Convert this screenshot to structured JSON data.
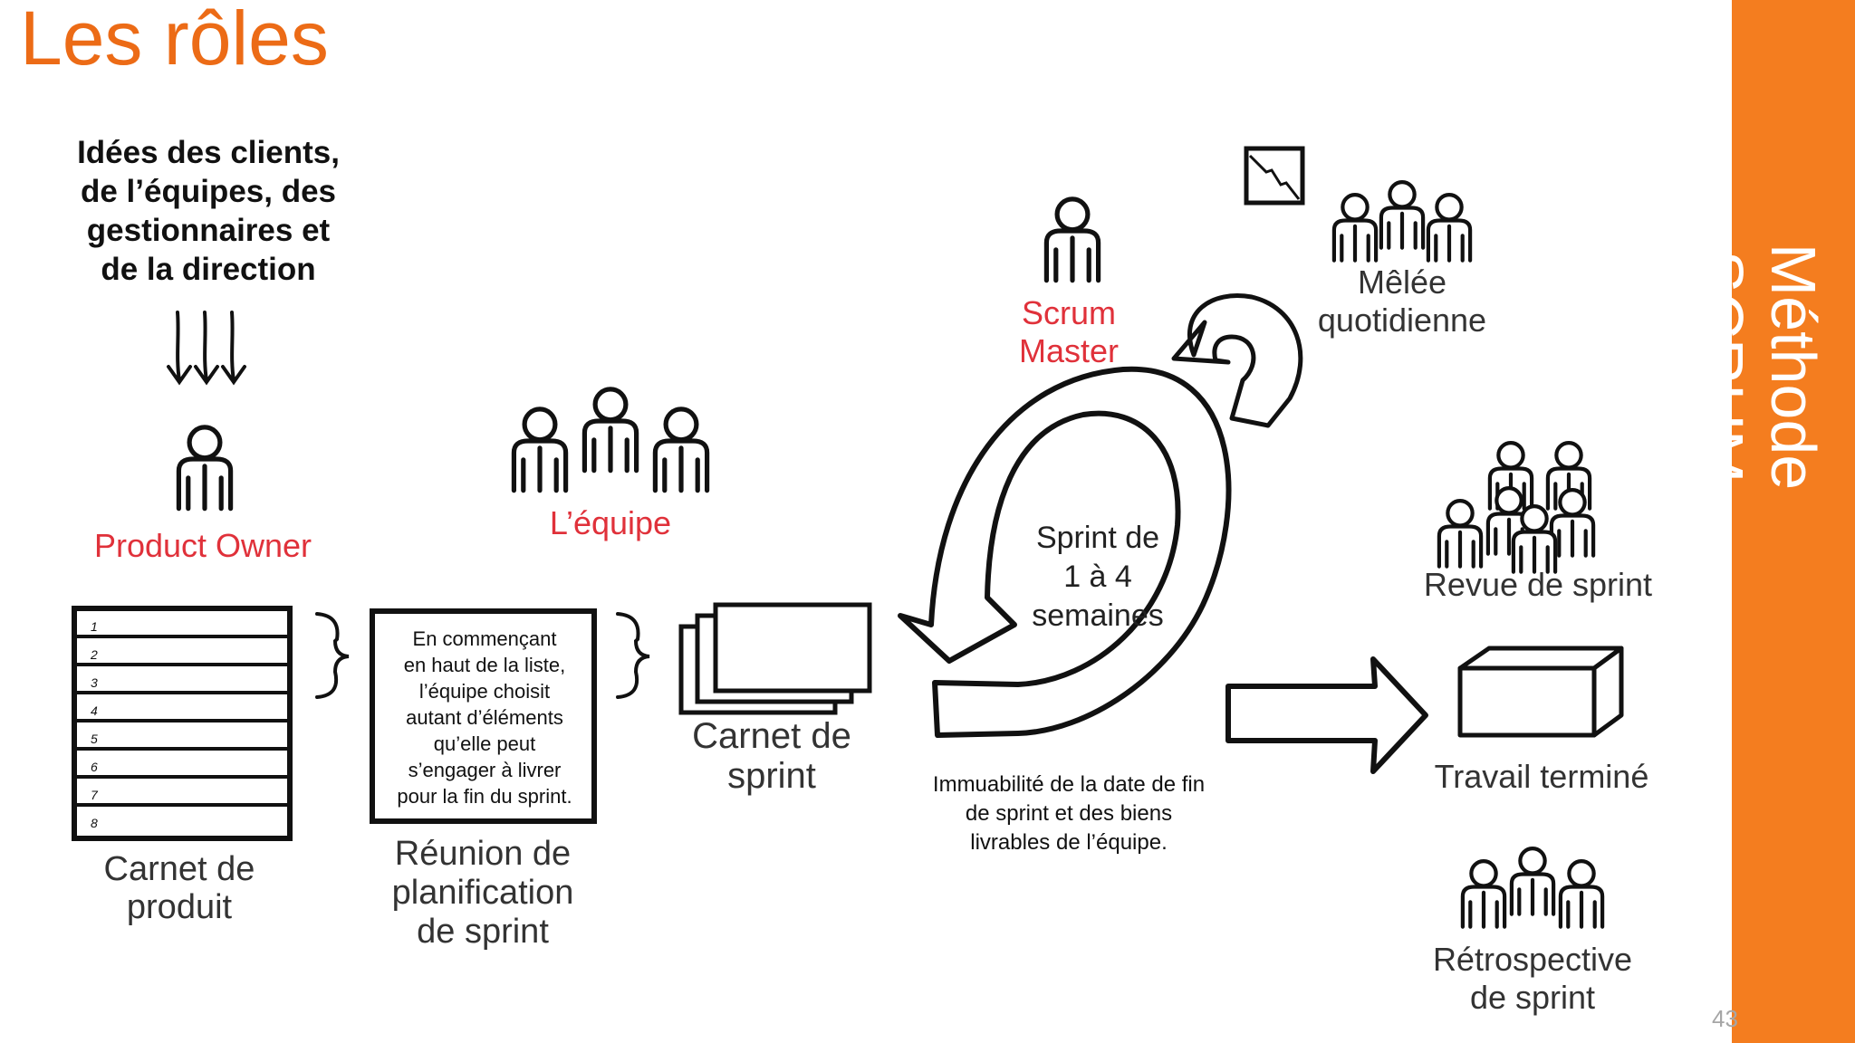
{
  "title": "Les rôles",
  "side_label": "Méthode SCRUM",
  "page_number": "43",
  "colors": {
    "accent": "#f47d1f",
    "title": "#ec6b16",
    "role_label": "#e0313a",
    "ink": "#111111",
    "text": "#333333"
  },
  "ideas": [
    "Idées des clients,",
    "de l’équipes, des",
    "gestionnaires et",
    "de la direction"
  ],
  "roles": {
    "product_owner": "Product Owner",
    "team": "L’équipe",
    "scrum_master": [
      "Scrum",
      "Master"
    ]
  },
  "product_backlog": {
    "row_numbers": [
      "1",
      "2",
      "3",
      "4",
      "5",
      "6",
      "7",
      "8"
    ],
    "label": [
      "Carnet de",
      "produit"
    ]
  },
  "planning": {
    "note": [
      "En commençant",
      "en haut de la liste,",
      "l’équipe choisit",
      "autant d’éléments",
      "qu’elle peut",
      "s’engager à livrer",
      "pour la fin du sprint."
    ],
    "label": [
      "Réunion de",
      "planification",
      "de sprint"
    ]
  },
  "sprint_backlog": {
    "label": [
      "Carnet de",
      "sprint"
    ]
  },
  "sprint_cycle": [
    "Sprint de",
    "1 à 4",
    "semaines"
  ],
  "immutability": [
    "Immuabilité de la date de fin",
    "de sprint et des biens",
    "livrables de l’équipe."
  ],
  "daily_scrum": [
    "Mêlée",
    "quotidienne"
  ],
  "sprint_review": "Revue de sprint",
  "done": "Travail terminé",
  "retro": [
    "Rétrospective",
    "de sprint"
  ],
  "icons": [
    "person-icon",
    "team-icon",
    "burndown-chart-icon",
    "cycle-arrow-icon",
    "daily-loop-icon",
    "output-arrow-icon",
    "done-box-icon",
    "brace-icon",
    "down-arrows-icon"
  ]
}
